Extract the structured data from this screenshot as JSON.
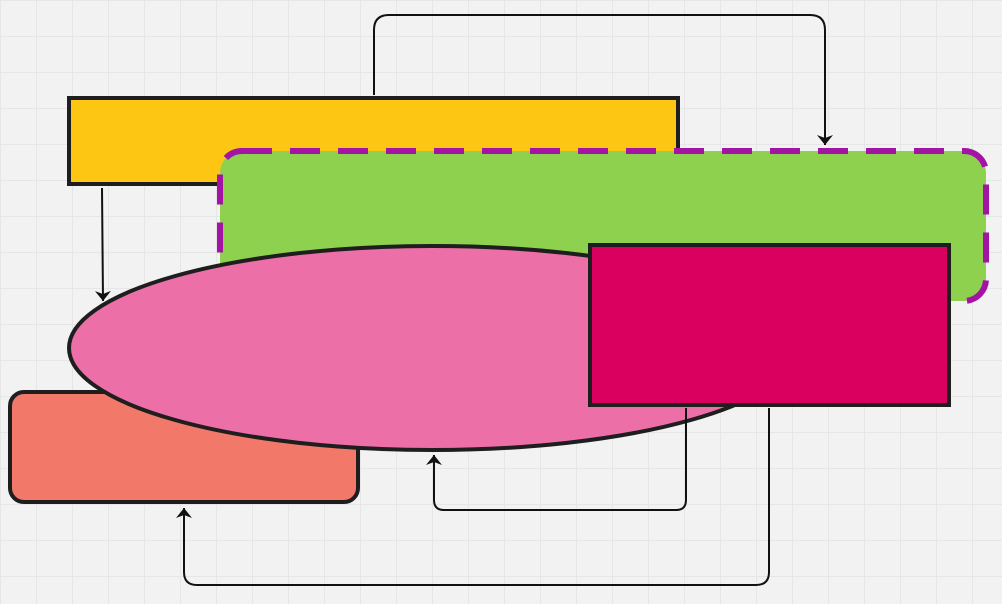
{
  "colors": {
    "yellow_box": "#fdc612",
    "green_box": "#8ed14f",
    "green_border": "#a313a6",
    "pink_ellipse": "#ec6fa7",
    "magenta_box": "#d90060",
    "salmon_box": "#f2786a",
    "stroke": "#1e1e1e",
    "connector": "#111111"
  },
  "nodes": [
    {
      "id": "yellow",
      "shape": "rectangle",
      "label": ""
    },
    {
      "id": "green",
      "shape": "rounded-rectangle-dashed",
      "label": ""
    },
    {
      "id": "pink",
      "shape": "ellipse",
      "label": ""
    },
    {
      "id": "magenta",
      "shape": "rectangle",
      "label": ""
    },
    {
      "id": "salmon",
      "shape": "rounded-rectangle",
      "label": ""
    }
  ],
  "edges": [
    {
      "from": "yellow",
      "to": "green"
    },
    {
      "from": "yellow",
      "to": "pink"
    },
    {
      "from": "magenta",
      "to": "pink"
    },
    {
      "from": "magenta",
      "to": "salmon"
    }
  ]
}
